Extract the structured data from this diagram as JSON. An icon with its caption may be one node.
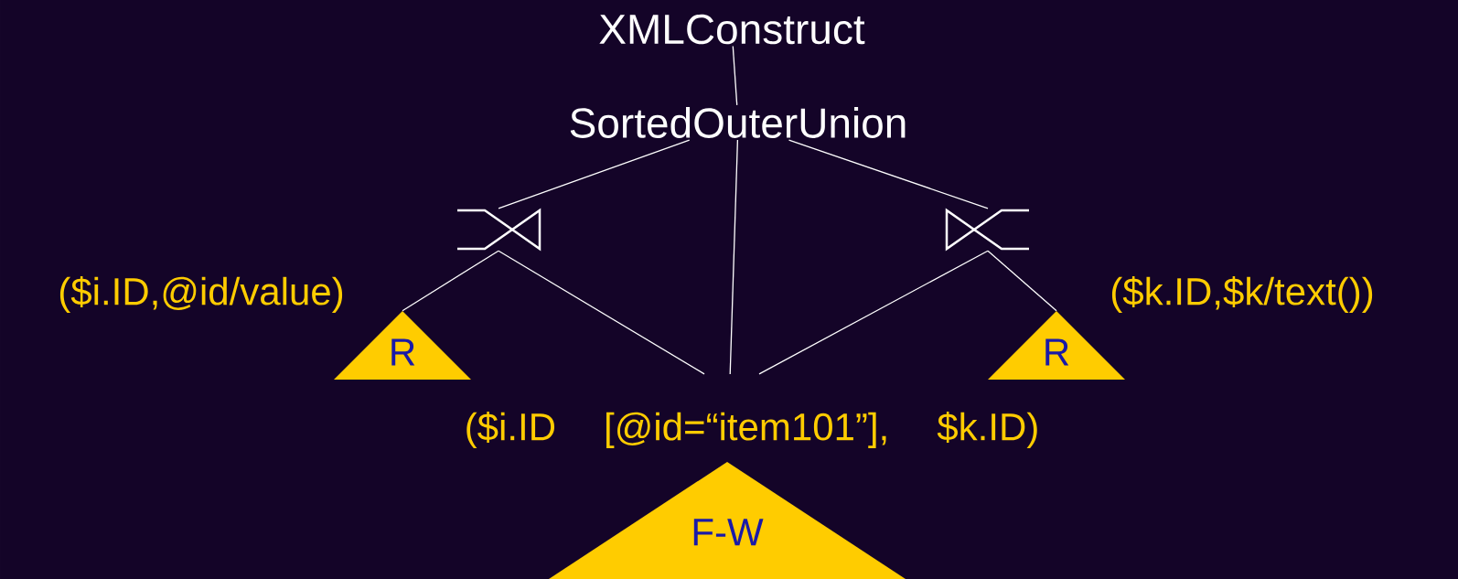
{
  "diagram": {
    "nodes": [
      {
        "text": [
          "XMLConstruct"
        ]
      },
      {
        "text": [
          "SortedOuterUnion"
        ]
      },
      {
        "text": [],
        "shape": "bowtie"
      },
      {
        "text": [],
        "shape": "bowtie"
      },
      {
        "text": [
          "R"
        ],
        "beside": [
          "($i.ID,@id/value)"
        ]
      },
      {
        "text": [
          "R"
        ],
        "beside": [
          "($k.ID,$k/text())"
        ]
      },
      {
        "text": [
          "($i.ID",
          "[@id=“item101”],",
          "$k.ID)"
        ]
      },
      {
        "text": [
          "F-W"
        ]
      }
    ],
    "edges": [
      {
        "from": 0,
        "to": 1,
        "arrow": "none"
      },
      {
        "from": 1,
        "to": 2,
        "arrow": "none"
      },
      {
        "from": 1,
        "to": 6,
        "arrow": "none"
      },
      {
        "from": 1,
        "to": 3,
        "arrow": "none"
      },
      {
        "from": 2,
        "to": 4,
        "arrow": "none"
      },
      {
        "from": 2,
        "to": 6,
        "arrow": "none"
      },
      {
        "from": 3,
        "to": 6,
        "arrow": "none"
      },
      {
        "from": 3,
        "to": 5,
        "arrow": "none"
      }
    ]
  }
}
